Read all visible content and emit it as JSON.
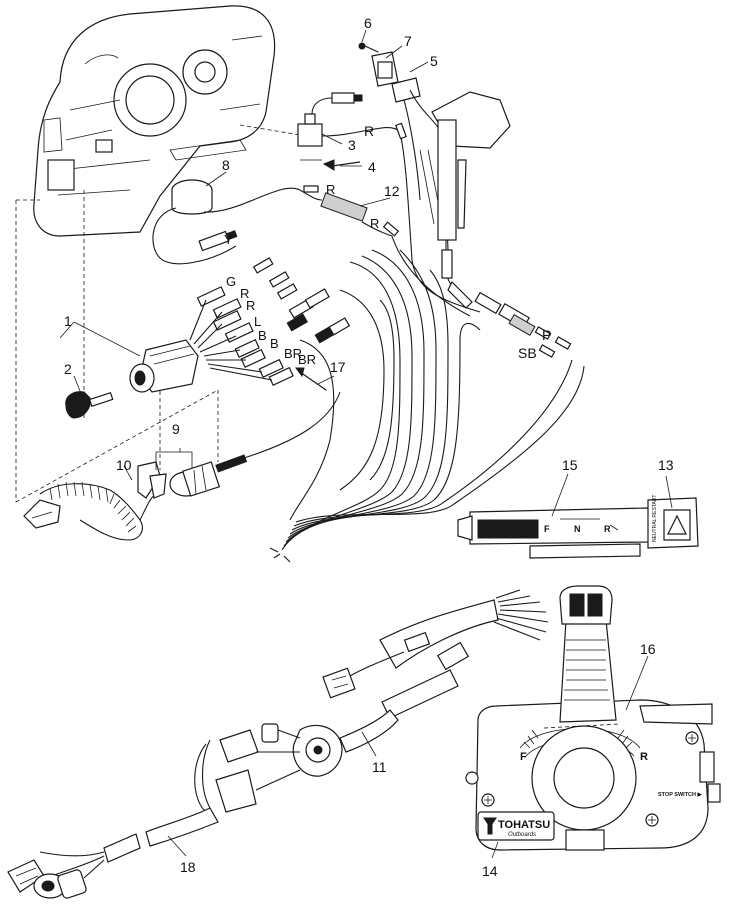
{
  "callouts": {
    "c1": "1",
    "c2": "2",
    "c3": "3",
    "c4": "4",
    "c5": "5",
    "c6": "6",
    "c7": "7",
    "c8": "8",
    "c9": "9",
    "c10": "10",
    "c11": "11",
    "c12": "12",
    "c13": "13",
    "c14": "14",
    "c15": "15",
    "c16": "16",
    "c17": "17",
    "c18": "18"
  },
  "wire_labels": {
    "g": "G",
    "r1": "R",
    "r2": "R",
    "l": "L",
    "b1": "B",
    "b2": "B",
    "br1": "BR",
    "br2": "BR",
    "r_switch": "R",
    "r_top": "R",
    "r_mid": "R",
    "y": "Y",
    "p": "P",
    "sb": "SB"
  },
  "shift_decal": {
    "f": "F",
    "n": "N",
    "r": "R",
    "side_text": "NEUTRAL RESTART"
  },
  "lever_housing": {
    "brand_name": "TOHATSU",
    "brand_sub": "Outboards",
    "stop_switch": "STOP SWITCH ▶",
    "f_mark": "F",
    "r_mark": "R"
  },
  "colors": {
    "ink": "#1a1a1a",
    "background": "#ffffff",
    "shade": "#cfcfcf"
  }
}
